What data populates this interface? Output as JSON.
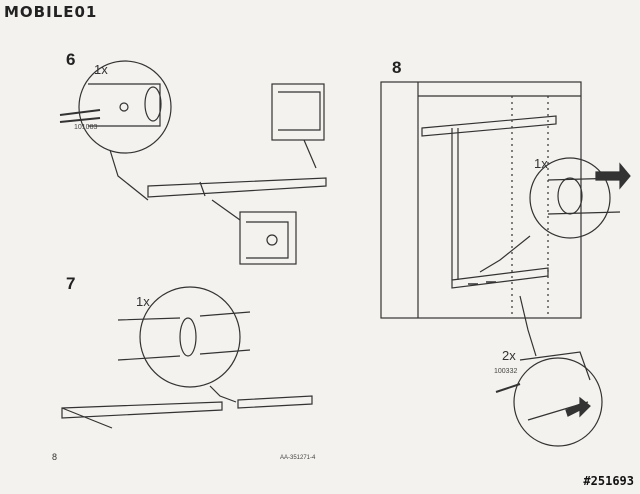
{
  "watermark": "MOBILE01",
  "image_id": "#251693",
  "left_page": {
    "page_number": "8",
    "doc_ref": "AA-351271-4",
    "step6": {
      "number": "6",
      "quantity": "1x",
      "part_code": "101083"
    },
    "step7": {
      "number": "7",
      "quantity": "1x"
    }
  },
  "right_page": {
    "step8": {
      "number": "8",
      "quantity_top": "1x",
      "quantity_bottom": "2x",
      "part_code": "100332"
    }
  }
}
